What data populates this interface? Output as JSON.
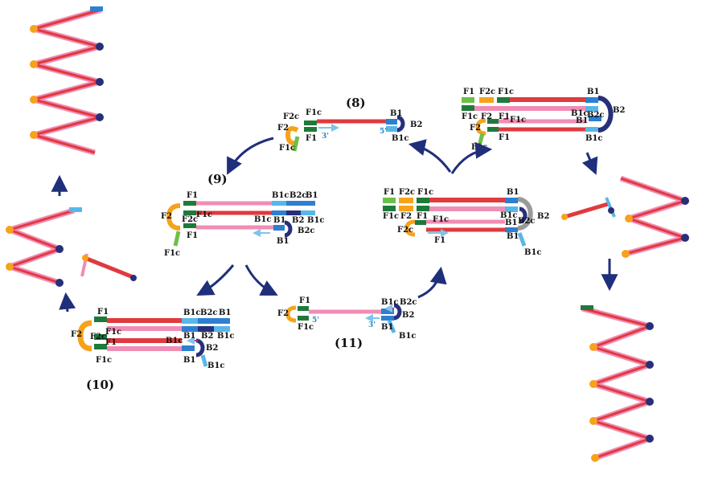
{
  "colors": {
    "red": "#e03a3e",
    "pink": "#f08db5",
    "dark_green": "#1e7a3b",
    "light_green": "#6cc04a",
    "orange": "#f7a21b",
    "light_blue": "#58b7e8",
    "mid_blue": "#2f7fd1",
    "dark_blue": "#26307a",
    "gray": "#9a9a9a",
    "arrow": "#1f2f7a",
    "primer_arrow": "#7fc4ea",
    "magenta": "#d0208a"
  },
  "steps": {
    "s8": "(8)",
    "s9": "(9)",
    "s10": "(10)",
    "s11": "(11)"
  },
  "labels": {
    "F1": "F1",
    "F1c": "F1c",
    "F2": "F2",
    "F2c": "F2c",
    "B1": "B1",
    "B1c": "B1c",
    "B2": "B2",
    "B2c": "B2c",
    "p5": "5'",
    "p3": "3'"
  },
  "icons": {
    "cycle_arrow": "curved-arrow-icon",
    "flow_arrow": "down-arrow-icon",
    "hairpin": "dumbbell-loop-icon",
    "zigzag": "concatemer-zigzag-icon"
  }
}
